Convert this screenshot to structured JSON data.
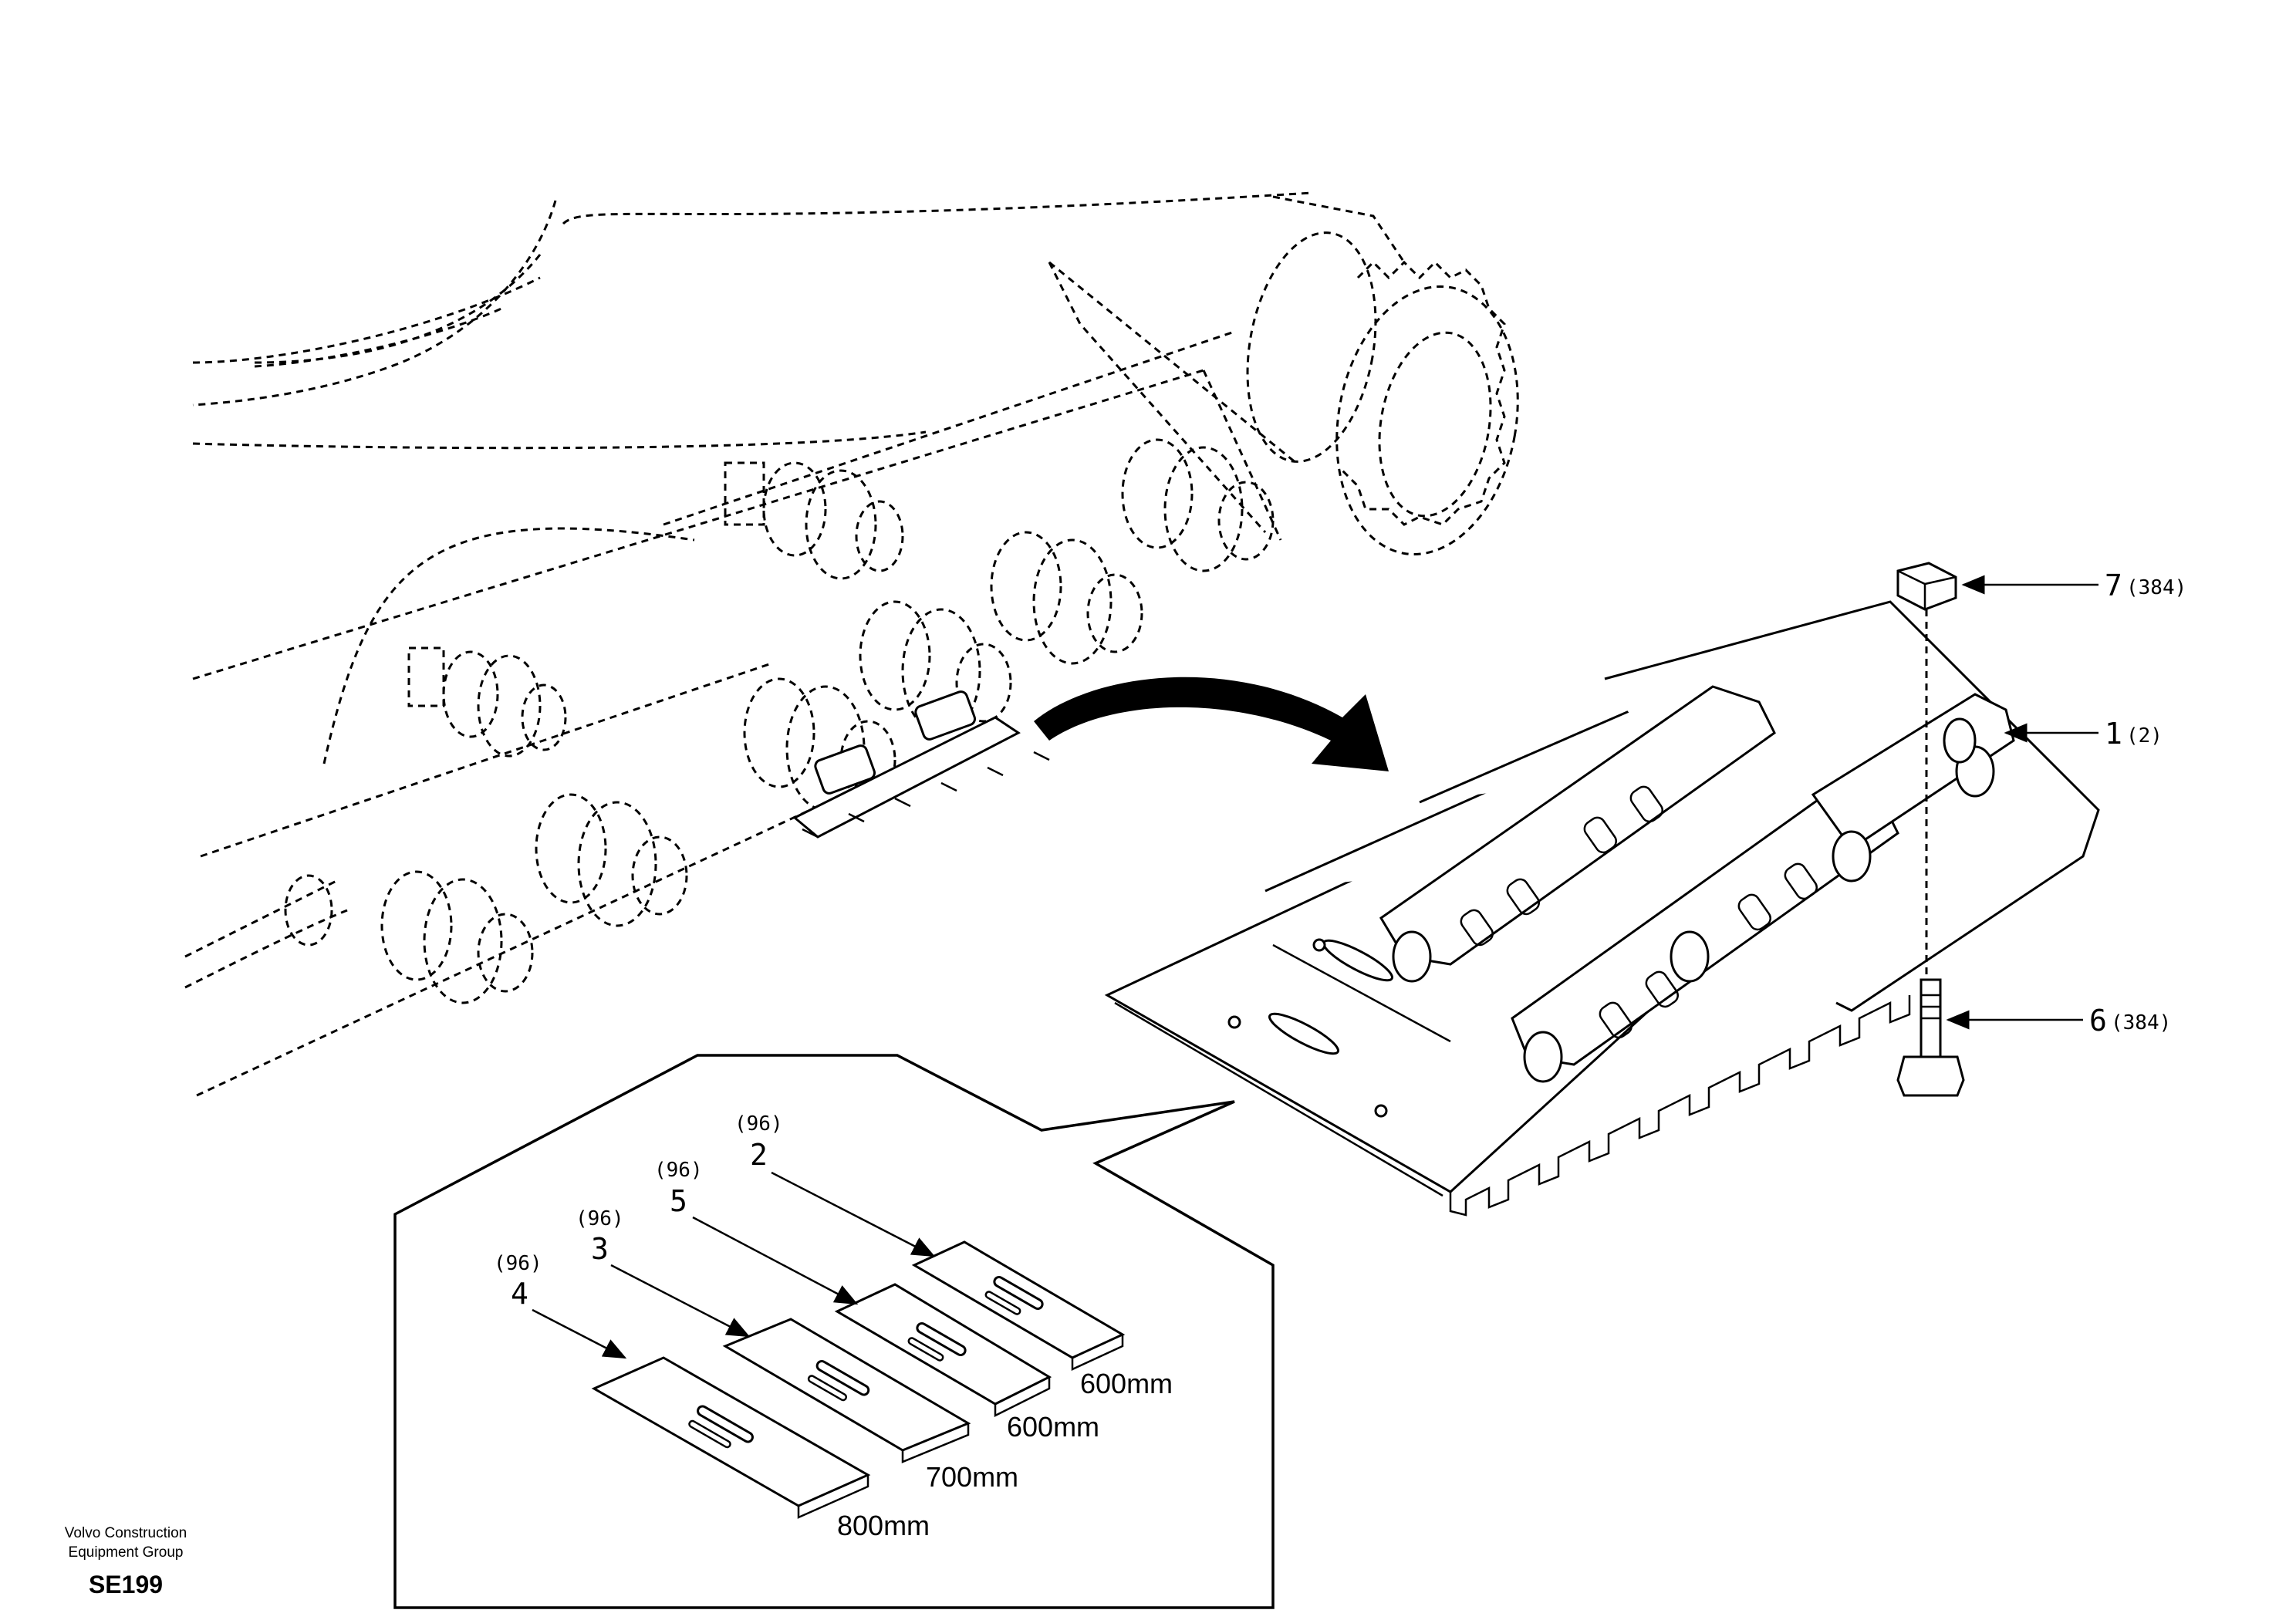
{
  "callouts": [
    {
      "number": "7",
      "qty": "(384)"
    },
    {
      "number": "1",
      "qty": "(2)"
    },
    {
      "number": "6",
      "qty": "(384)"
    }
  ],
  "inset": {
    "parts": [
      {
        "qty": "(96)",
        "number": "2",
        "size": "600mm"
      },
      {
        "qty": "(96)",
        "number": "5",
        "size": "600mm"
      },
      {
        "qty": "(96)",
        "number": "3",
        "size": "700mm"
      },
      {
        "qty": "(96)",
        "number": "4",
        "size": "800mm"
      }
    ]
  },
  "footer": {
    "company_line1": "Volvo Construction",
    "company_line2": "Equipment Group",
    "code": "SE199"
  }
}
